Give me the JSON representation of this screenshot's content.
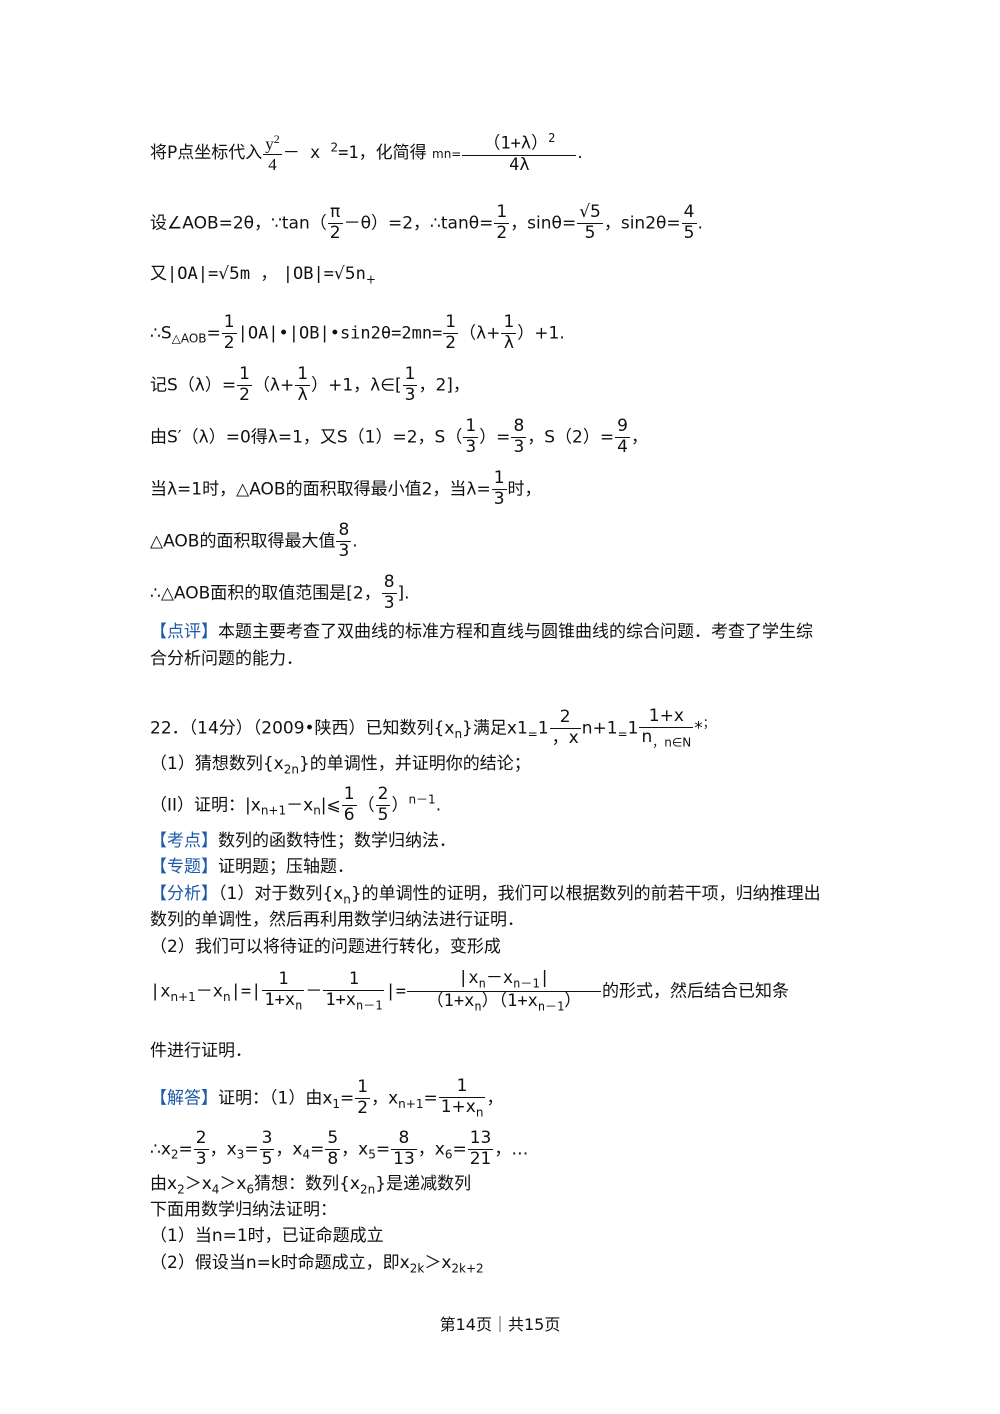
{
  "doc": {
    "l1": [
      "将P点坐标代入",
      "y",
      "2",
      "4",
      "－ x ",
      "2",
      "=1",
      "，化简得",
      "mn=",
      "（1+λ）",
      "2",
      "4λ",
      "."
    ],
    "l2": [
      "设∠AOB=2θ，∵tan（",
      "π",
      "2",
      "－θ）=2，∴tanθ=",
      "1",
      "2",
      "，sinθ=",
      "√5",
      "5",
      "，sin2θ=",
      "4",
      "5",
      "."
    ],
    "l3": [
      "又",
      "|OA|=",
      "√5",
      "m ，",
      "|OB|=",
      "√5",
      "n",
      "+"
    ],
    "l4": [
      "∴S",
      "△AOB",
      "=",
      "1",
      "2",
      "|OA|•|OB|•sin2θ=2mn=",
      "1",
      "2",
      "（λ+",
      "1",
      "λ",
      "）+1."
    ],
    "l5": [
      "记S（λ）=",
      "1",
      "2",
      "（λ+",
      "1",
      "λ",
      "）+1，λ∈[",
      "1",
      "3",
      "，2]，"
    ],
    "l6": [
      "由S′（λ）=0得λ=1，又S（1）=2，S（",
      "1",
      "3",
      "）=",
      "8",
      "3",
      "，S（2）=",
      "9",
      "4",
      "，"
    ],
    "l7": [
      "当λ=1时，△AOB的面积取得最小值2，当λ=",
      "1",
      "3",
      "时，"
    ],
    "l8": [
      "△AOB的面积取得最大值",
      "8",
      "3",
      "."
    ],
    "l9": [
      "∴△AOB面积的取值范围是[2，",
      "8",
      "3",
      "]."
    ],
    "comment_tag": "【点评】",
    "comment_text": "本题主要考查了双曲线的标准方程和直线与圆锥曲线的综合问题．考查了学生综",
    "comment_text2": "合分析问题的能力．",
    "q22": [
      "22．（14分）（2009•陕西）已知数列{x",
      "n",
      "}满足x",
      "1",
      "=",
      "1",
      "2",
      "，x",
      "n+1",
      "=",
      "1",
      "1+x",
      "n",
      "，n∈N",
      "*",
      "；"
    ],
    "q22_1": [
      "（1）猜想数列{x",
      "2n",
      "}的单调性，并证明你的结论；"
    ],
    "q22_2": [
      "（II）证明：|x",
      "n+1",
      "－x",
      "n",
      "|⩽",
      "1",
      "6",
      "（",
      "2",
      "5",
      "）",
      "n－1",
      "."
    ],
    "kaodian_tag": "【考点】",
    "kaodian_text": "数列的函数特性；数学归纳法．",
    "zhuanti_tag": "【专题】",
    "zhuanti_text": "证明题；压轴题．",
    "fenxi_tag": "【分析】",
    "fenxi_text": [
      "（1）对于数列{x",
      "n",
      "}的单调性的证明，我们可以根据数列的前若干项，归纳推理出"
    ],
    "fenxi_text2": "数列的单调性，然后再利用数学归纳法进行证明．",
    "fenxi_text3": "（2）我们可以将待证的问题进行转化，变形成",
    "fenxi_formula": [
      "|x",
      "n+1",
      "－x",
      "n",
      "|=|",
      "1",
      "1+x",
      "n",
      "－",
      "1",
      "1+x",
      "n－1",
      "|=",
      "|x",
      "n",
      "－x",
      "n－1",
      "|",
      "（1+x",
      "n",
      "）（1+x",
      "n－1",
      "）",
      "的形式，然后结合已知条"
    ],
    "fenxi_text4": "件进行证明．",
    "jieda_tag": "【解答】",
    "jieda_l1": [
      "证明：（1）由x",
      "1",
      "=",
      "1",
      "2",
      "，x",
      "n+1",
      "=",
      "1",
      "1+x",
      "n",
      "，"
    ],
    "jieda_l2": [
      "∴x",
      "2",
      "=",
      "2",
      "3",
      "，x",
      "3",
      "=",
      "3",
      "5",
      "，x",
      "4",
      "=",
      "5",
      "8",
      "，x",
      "5",
      "=",
      "8",
      "13",
      "，x",
      "6",
      "=",
      "13",
      "21",
      "，…"
    ],
    "jieda_l3": [
      "由x",
      "2",
      "＞x",
      "4",
      "＞x",
      "6",
      "猜想：数列{x",
      "2n",
      "}是递减数列"
    ],
    "jieda_l4": "下面用数学归纳法证明：",
    "jieda_l5": "（1）当n=1时，已证命题成立",
    "jieda_l6": [
      "（2）假设当n=k时命题成立，即x",
      "2k",
      "＞x",
      "2k+2"
    ],
    "footer": "第14页｜共15页"
  }
}
